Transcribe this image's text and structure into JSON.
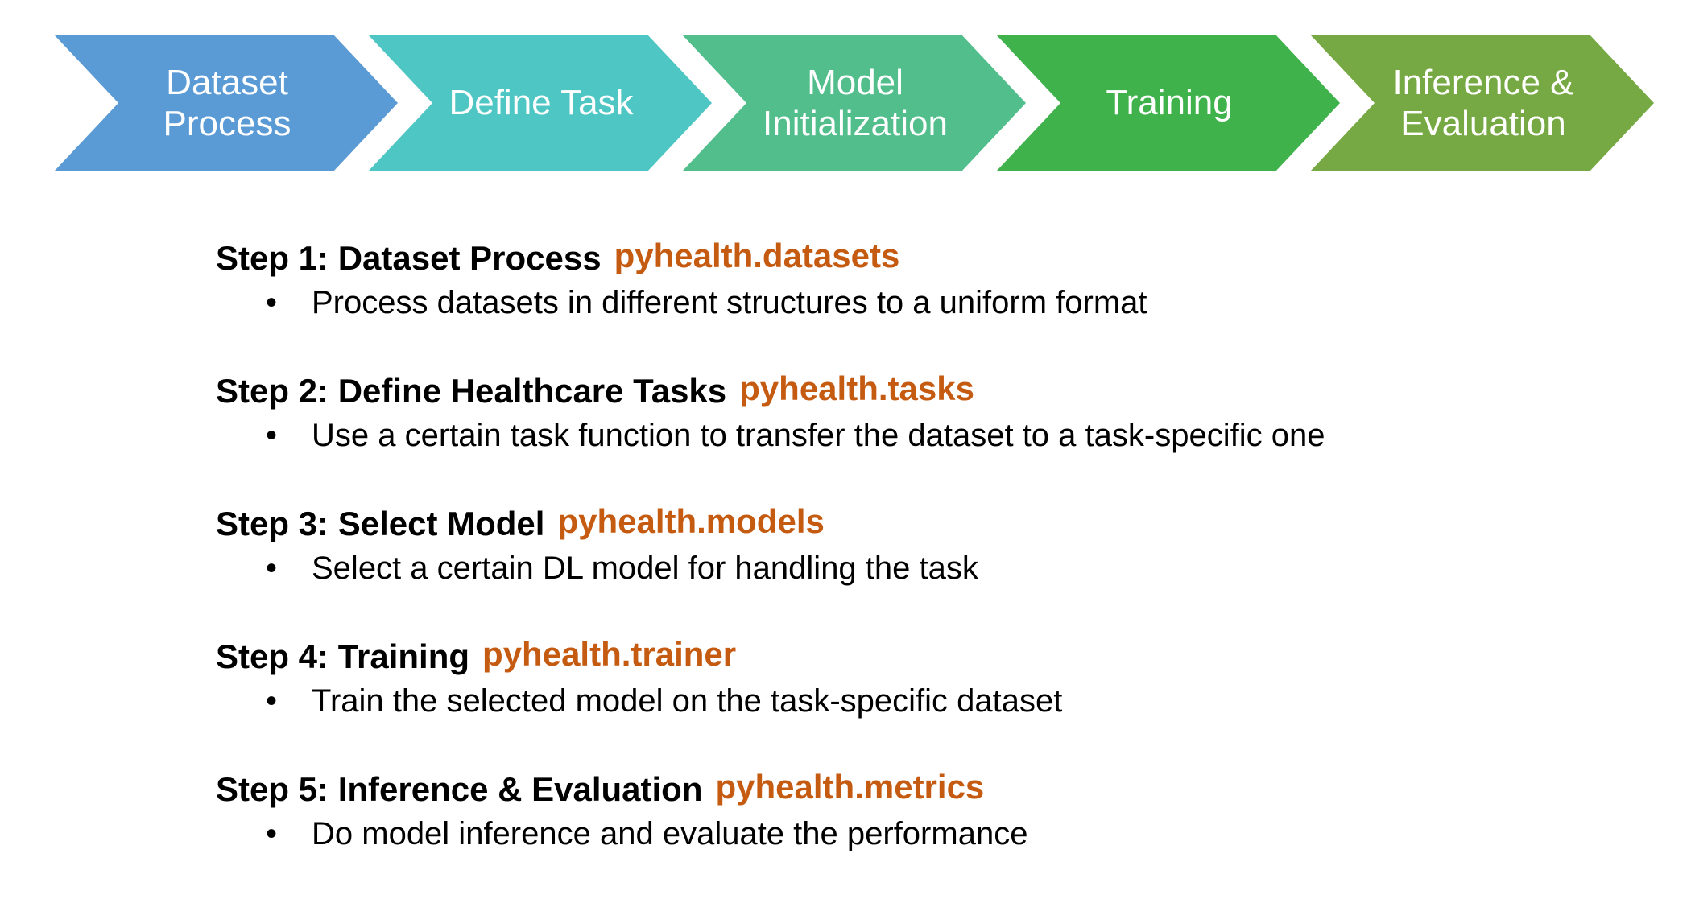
{
  "flow": {
    "text_color": "#FFFFFF",
    "steps": [
      {
        "label": "Dataset Process",
        "color": "#5B9BD5"
      },
      {
        "label": "Define Task",
        "color": "#4EC6C4"
      },
      {
        "label": "Model Initialization",
        "color": "#52BE8C"
      },
      {
        "label": "Training",
        "color": "#3FB24B"
      },
      {
        "label": "Inference & Evaluation",
        "color": "#76A943"
      }
    ]
  },
  "details": {
    "bullet_char": "•",
    "module_color": "#C55A11",
    "items": [
      {
        "heading": "Step 1: Dataset Process",
        "module": "pyhealth.datasets",
        "bullet": "Process datasets in different structures to a uniform format"
      },
      {
        "heading": "Step 2: Define Healthcare Tasks",
        "module": "pyhealth.tasks",
        "bullet": "Use a certain task function to transfer the dataset to a task-specific one"
      },
      {
        "heading": "Step 3: Select Model",
        "module": "pyhealth.models",
        "bullet": "Select a certain DL model for handling the task"
      },
      {
        "heading": "Step 4: Training",
        "module": "pyhealth.trainer",
        "bullet": "Train the selected model on the task-specific dataset"
      },
      {
        "heading": "Step 5: Inference & Evaluation",
        "module": "pyhealth.metrics",
        "bullet": "Do model inference and evaluate the performance"
      }
    ]
  }
}
